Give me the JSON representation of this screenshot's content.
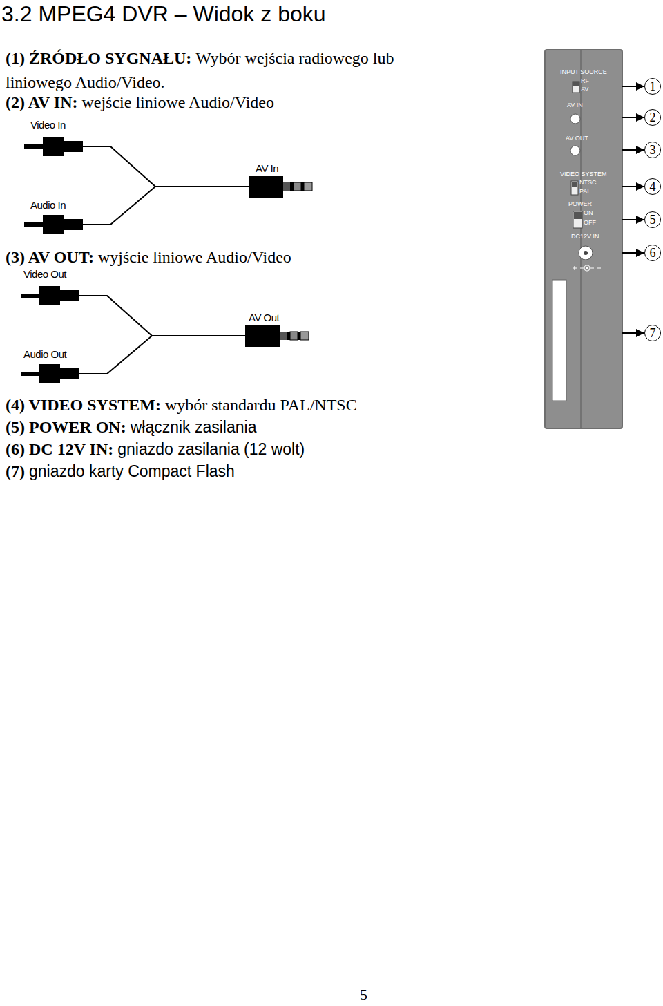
{
  "diagram": {
    "title": "3.2 MPEG4 DVR – Widok z boku",
    "nodes": [
      {
        "text": [
          "INPUT SOURCE",
          "RF",
          "AV",
          "AV IN",
          "AV OUT",
          "VIDEO SYSTEM",
          "NTSC",
          "PAL",
          "POWER",
          "ON",
          "OFF",
          "DC12V IN"
        ]
      },
      {
        "text": [
          "1"
        ]
      },
      {
        "text": [
          "2"
        ]
      },
      {
        "text": [
          "3"
        ]
      },
      {
        "text": [
          "4"
        ]
      },
      {
        "text": [
          "5"
        ]
      },
      {
        "text": [
          "6"
        ]
      },
      {
        "text": [
          "7"
        ]
      }
    ],
    "edges": [
      {
        "from": 0,
        "to": 1,
        "arrow": "to"
      },
      {
        "from": 0,
        "to": 2,
        "arrow": "to"
      },
      {
        "from": 0,
        "to": 3,
        "arrow": "to"
      },
      {
        "from": 0,
        "to": 4,
        "arrow": "to"
      },
      {
        "from": 0,
        "to": 5,
        "arrow": "to"
      },
      {
        "from": 0,
        "to": 6,
        "arrow": "to"
      },
      {
        "from": 0,
        "to": 7,
        "arrow": "to"
      }
    ],
    "labels": [
      "(1) ŹRÓDŁO SYGNAŁU:",
      "Wybór wejścia radiowego lub liniowego Audio/Video.",
      "(2) AV IN:",
      "wejście liniowe Audio/Video",
      "Video In",
      "AV In",
      "Audio In",
      "(3) AV OUT:",
      "wyjście liniowe Audio/Video",
      "Video Out",
      "AV Out",
      "Audio Out",
      "(4) VIDEO SYSTEM:",
      "wybór standardu PAL/NTSC",
      "(5) POWER ON:",
      "włącznik zasilania",
      "(6) DC 12V IN:",
      "gniazdo zasilania (12 wolt)",
      "(7)",
      "gniazdo karty Compact Flash",
      "5"
    ]
  }
}
